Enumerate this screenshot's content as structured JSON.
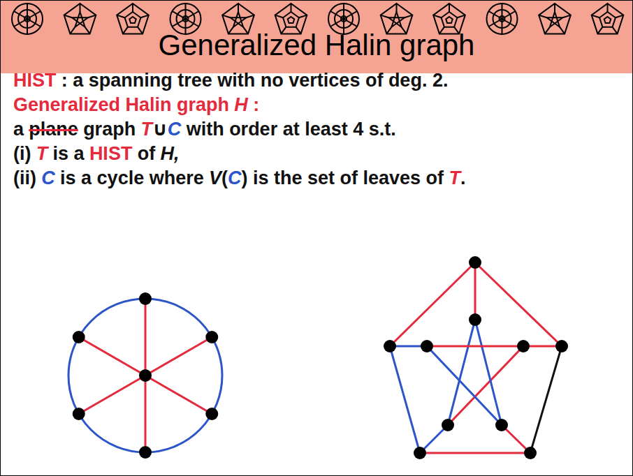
{
  "diagram": {
    "title": "Generalized Halin graph",
    "labels": [
      "HIST",
      ": a spanning tree with no vertices of deg. 2.",
      "Generalized Halin graph",
      "H",
      ":",
      "a",
      "plane",
      "graph",
      "T",
      "∪",
      "C",
      "with order at least 4 s.t.",
      "(i)",
      "T",
      "is a",
      "HIST",
      "of",
      "H,",
      "(ii)",
      "C",
      "is a cycle where",
      "V",
      "(",
      "C",
      ") is the set of leaves of",
      "T",
      "."
    ]
  }
}
